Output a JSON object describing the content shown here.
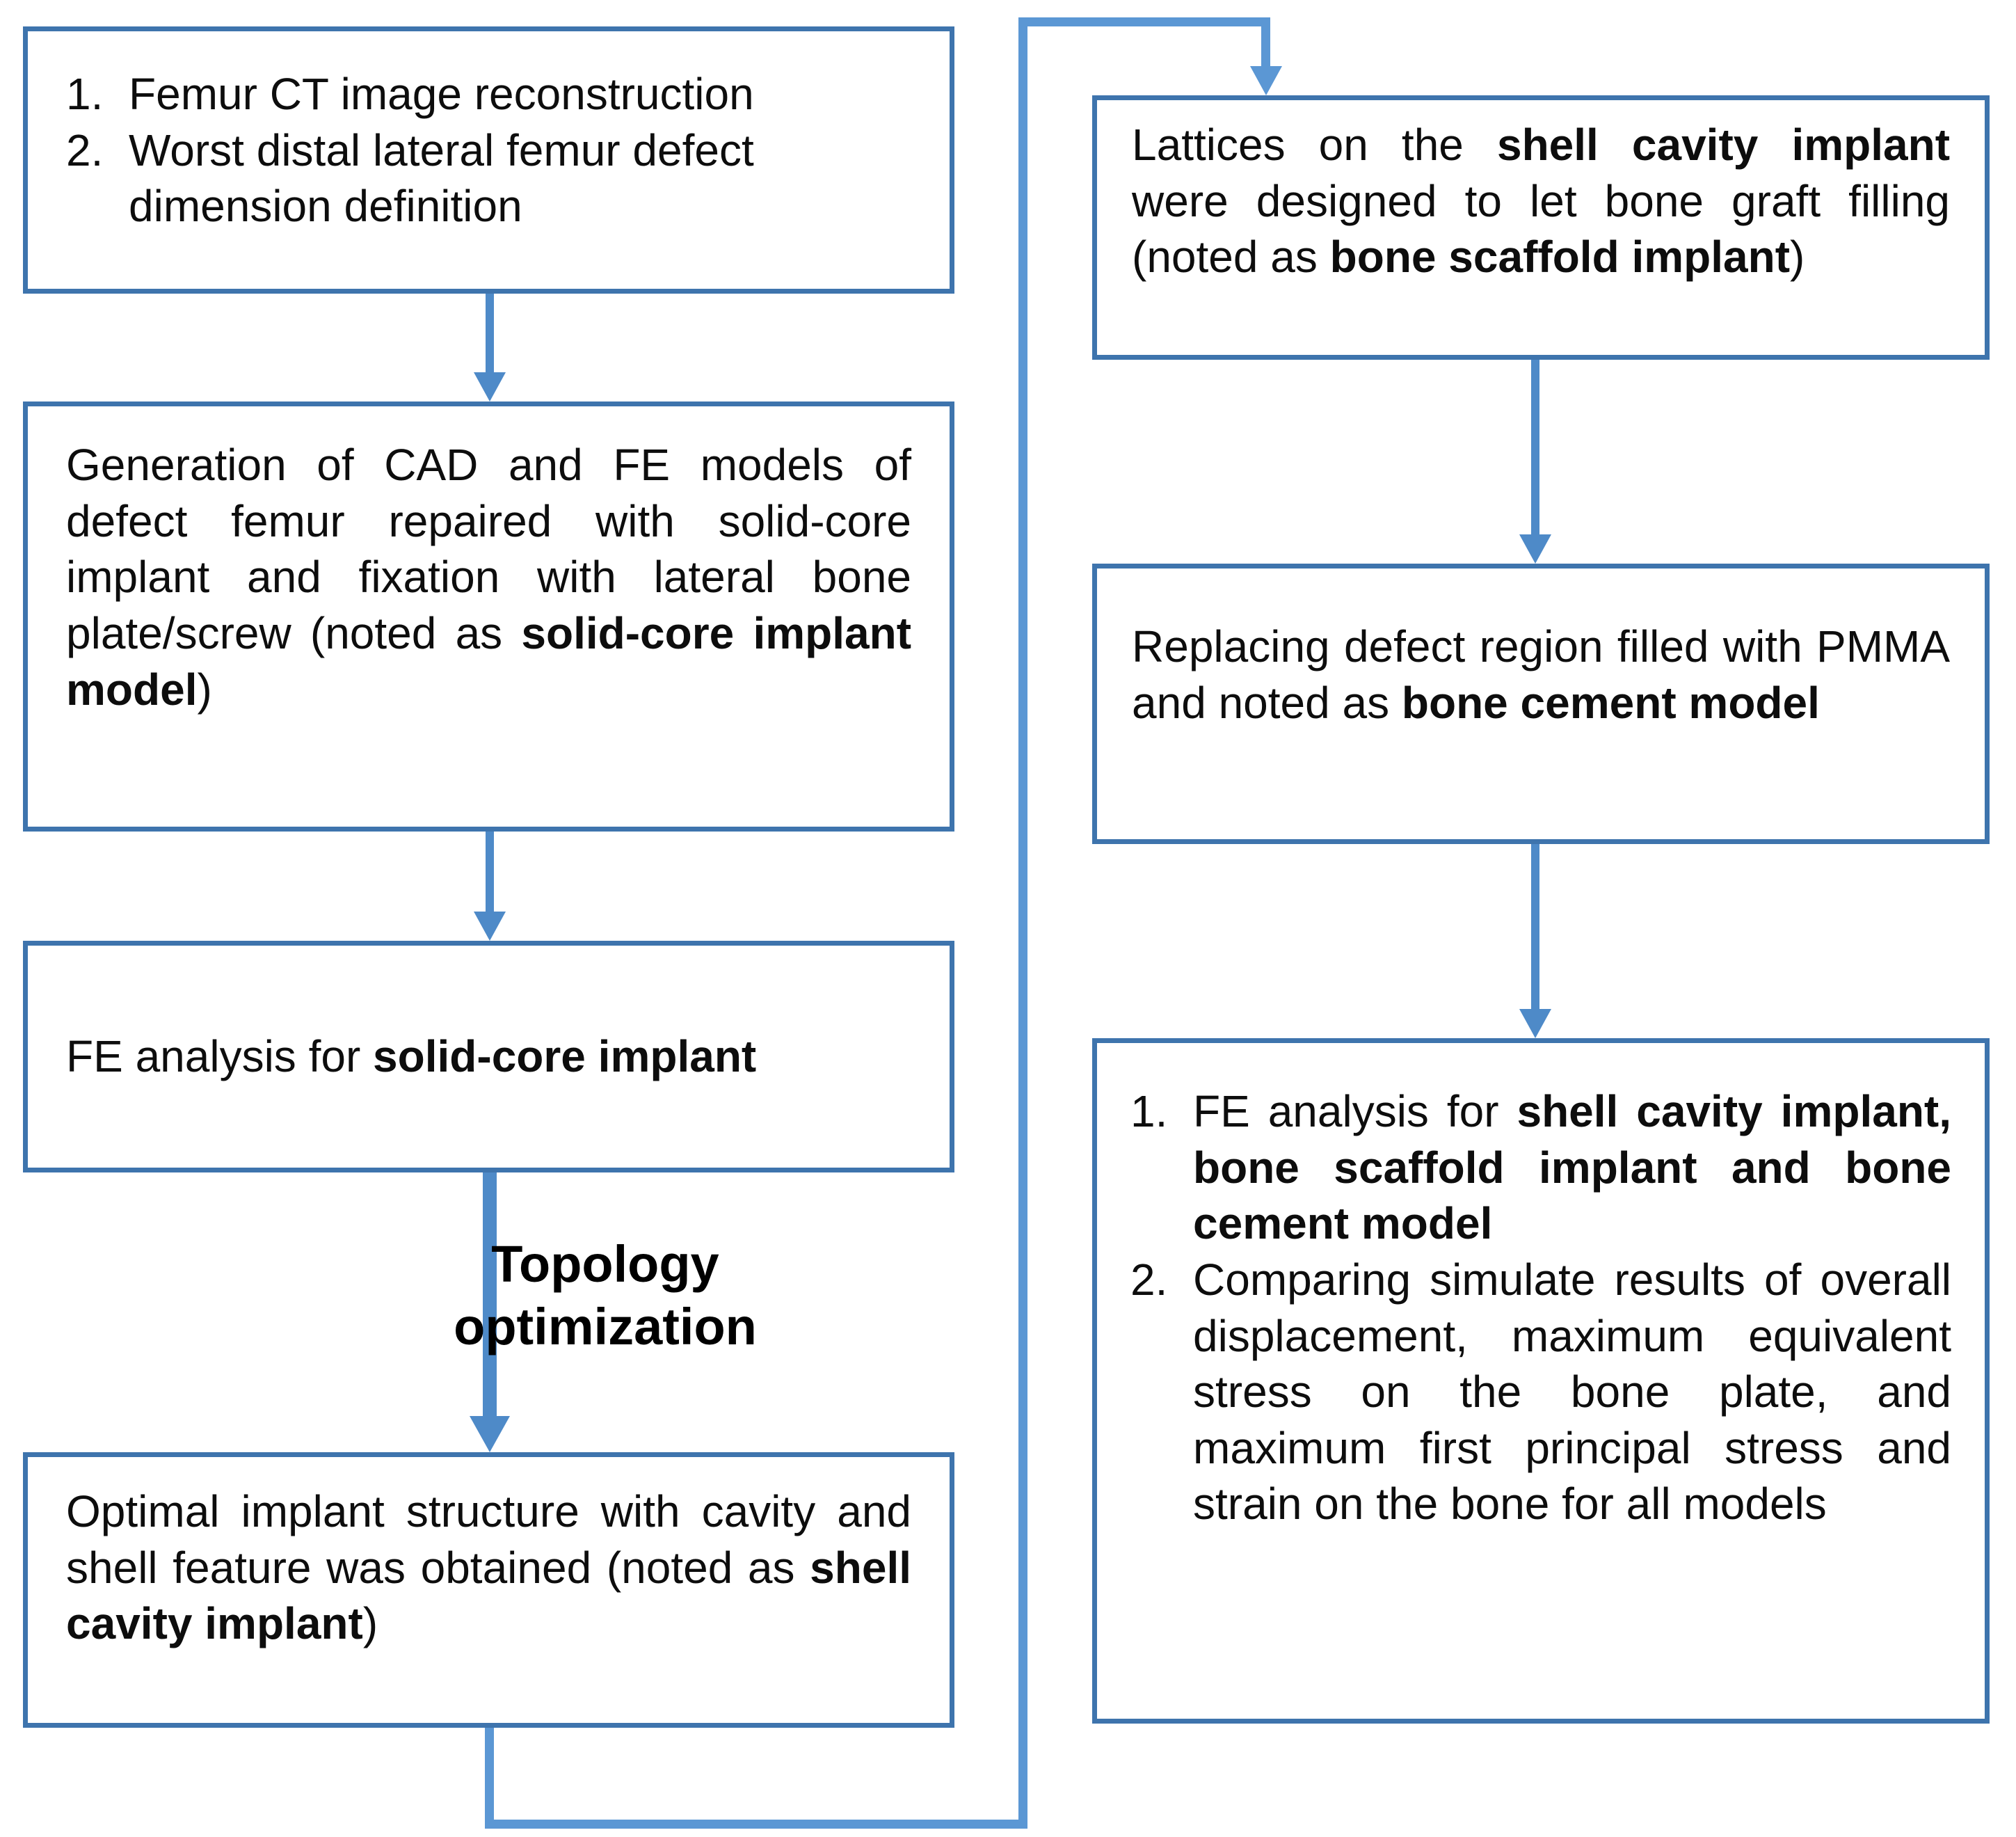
{
  "palette": {
    "box_border": "#3e74ad",
    "arrow": "#4e8ac8",
    "connector": "#5b97d4",
    "text": "#0d0d0d",
    "background": "#ffffff"
  },
  "labels": {
    "topology": "Topology optimization"
  },
  "nodes": {
    "step1": {
      "items": [
        {
          "num": "1.",
          "text": "Femur CT image reconstruction"
        },
        {
          "num": "2.",
          "text": "Worst distal lateral femur defect dimension definition"
        }
      ]
    },
    "step2": {
      "segments": [
        {
          "text": "Generation of CAD and FE models of defect femur repaired with solid-core implant and fixation with lateral bone plate/screw (noted as "
        },
        {
          "text": "solid-core implant model",
          "bold": true
        },
        {
          "text": ")"
        }
      ]
    },
    "step3": {
      "segments": [
        {
          "text": "FE analysis for "
        },
        {
          "text": "solid-core implant",
          "bold": true
        }
      ]
    },
    "step4": {
      "segments": [
        {
          "text": "Optimal implant structure with cavity and shell feature was obtained (noted as "
        },
        {
          "text": "shell cavity implant",
          "bold": true
        },
        {
          "text": ")"
        }
      ]
    },
    "step5": {
      "segments": [
        {
          "text": "Lattices on the "
        },
        {
          "text": "shell cavity implant",
          "bold": true
        },
        {
          "text": " were designed to let bone graft filling (noted as "
        },
        {
          "text": "bone scaffold implant",
          "bold": true
        },
        {
          "text": ")"
        }
      ]
    },
    "step6": {
      "segments": [
        {
          "text": "Replacing defect region filled with PMMA and noted as "
        },
        {
          "text": "bone cement model",
          "bold": true
        }
      ]
    },
    "step7": {
      "items": [
        {
          "num": "1.",
          "segments": [
            {
              "text": "FE analysis for "
            },
            {
              "text": "shell cavity implant, bone scaffold implant and bone cement model",
              "bold": true
            }
          ]
        },
        {
          "num": "2.",
          "segments": [
            {
              "text": "Comparing simulate results of overall displacement, maximum equivalent stress on the bone plate, and maximum first principal stress and strain on the bone for all models"
            }
          ]
        }
      ]
    }
  }
}
